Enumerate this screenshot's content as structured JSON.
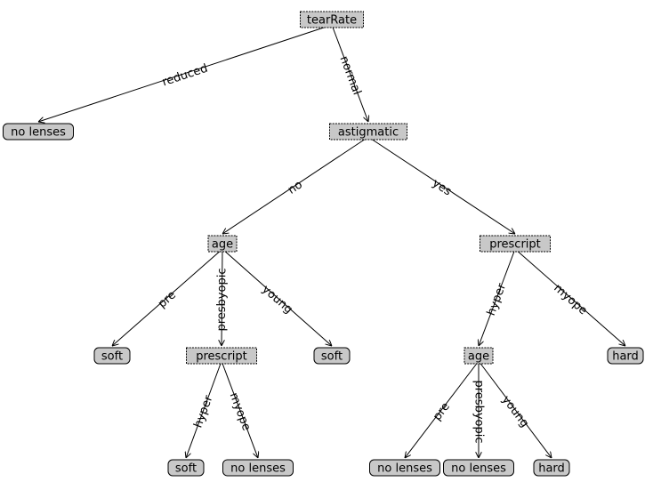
{
  "nodes": {
    "n_root": {
      "label": "tearRate",
      "kind": "decision"
    },
    "n_nolenses_1": {
      "label": "no lenses",
      "kind": "leaf"
    },
    "n_astig": {
      "label": "astigmatic",
      "kind": "decision"
    },
    "n_age_1": {
      "label": "age",
      "kind": "decision"
    },
    "n_prescript_1": {
      "label": "prescript",
      "kind": "decision"
    },
    "n_soft_1": {
      "label": "soft",
      "kind": "leaf"
    },
    "n_prescript_2": {
      "label": "prescript",
      "kind": "decision"
    },
    "n_soft_2": {
      "label": "soft",
      "kind": "leaf"
    },
    "n_age_2": {
      "label": "age",
      "kind": "decision"
    },
    "n_hard_1": {
      "label": "hard",
      "kind": "leaf"
    },
    "n_soft_3": {
      "label": "soft",
      "kind": "leaf"
    },
    "n_nolenses_2": {
      "label": "no lenses",
      "kind": "leaf"
    },
    "n_nolenses_3": {
      "label": "no lenses",
      "kind": "leaf"
    },
    "n_nolenses_4": {
      "label": "no lenses",
      "kind": "leaf"
    },
    "n_hard_2": {
      "label": "hard",
      "kind": "leaf"
    }
  },
  "edges": [
    {
      "from": "n_root",
      "to": "n_nolenses_1",
      "label": "reduced"
    },
    {
      "from": "n_root",
      "to": "n_astig",
      "label": "normal"
    },
    {
      "from": "n_astig",
      "to": "n_age_1",
      "label": "no"
    },
    {
      "from": "n_astig",
      "to": "n_prescript_1",
      "label": "yes"
    },
    {
      "from": "n_age_1",
      "to": "n_soft_1",
      "label": "pre"
    },
    {
      "from": "n_age_1",
      "to": "n_prescript_2",
      "label": "presbyopic"
    },
    {
      "from": "n_age_1",
      "to": "n_soft_2",
      "label": "young"
    },
    {
      "from": "n_prescript_1",
      "to": "n_age_2",
      "label": "hyper"
    },
    {
      "from": "n_prescript_1",
      "to": "n_hard_1",
      "label": "myope"
    },
    {
      "from": "n_prescript_2",
      "to": "n_soft_3",
      "label": "hyper"
    },
    {
      "from": "n_prescript_2",
      "to": "n_nolenses_2",
      "label": "myope"
    },
    {
      "from": "n_age_2",
      "to": "n_nolenses_3",
      "label": "pre"
    },
    {
      "from": "n_age_2",
      "to": "n_nolenses_4",
      "label": "presbyopic"
    },
    {
      "from": "n_age_2",
      "to": "n_hard_2",
      "label": "young"
    }
  ]
}
